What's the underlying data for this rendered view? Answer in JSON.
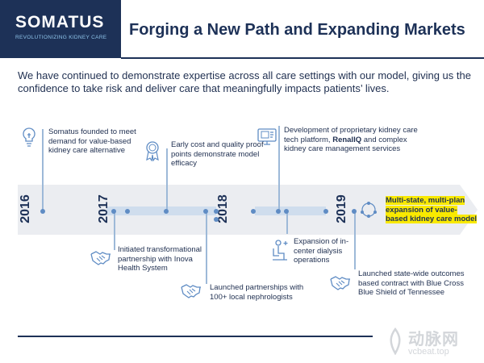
{
  "logo": {
    "wordmark": "SOMATUS",
    "tagline": "REVOLUTIONIZING KIDNEY CARE"
  },
  "title": "Forging a New Path and Expanding Markets",
  "intro": "We have continued to demonstrate expertise across all care settings with our model, giving us the confidence to take risk and deliver care that meaningfully impacts patients’ lives.",
  "years": [
    "2016",
    "2017",
    "2018",
    "2019"
  ],
  "events_top": [
    {
      "text": "Somatus founded to meet demand for value-based kidney care alternative",
      "icon": "lightbulb-icon"
    },
    {
      "text": "Early cost and quality proof points demonstrate model efficacy",
      "icon": "award-ribbon-icon"
    },
    {
      "text_before": "Development of proprietary kidney care tech platform, ",
      "text_bold": "RenalIQ",
      "text_after": " and complex kidney care management services",
      "icon": "computer-screen-icon"
    }
  ],
  "events_bottom": [
    {
      "text": "Initiated transformational partnership with Inova Health System",
      "icon": "handshake-icon"
    },
    {
      "text": "Launched partnerships with 100+ local nephrologists",
      "icon": "handshake-icon"
    },
    {
      "text": "Expansion of in-center dialysis operations",
      "icon": "dialysis-patient-icon"
    },
    {
      "text": "Launched state-wide outcomes based contract with Blue Cross Blue Shield of Tennessee",
      "icon": "handshake-icon"
    }
  ],
  "highlight": "Multi-state, multi-plan expansion of value-based kidney care model",
  "watermark": {
    "cn": "动脉网",
    "url": "vcbeat.top"
  },
  "colors": {
    "navy": "#1d3157",
    "accent_blue": "#5f8cc4",
    "highlight": "#f9e900",
    "band": "#ebedf1"
  }
}
